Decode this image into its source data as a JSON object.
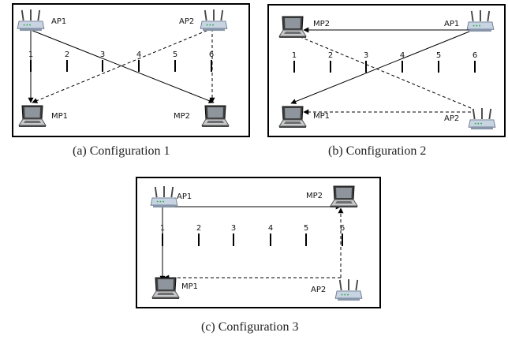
{
  "diagrams": [
    {
      "caption": "(a) Configuration 1",
      "positions": [
        "1",
        "2",
        "3",
        "4",
        "5",
        "6"
      ],
      "labels": {
        "ap1": "AP1",
        "ap2": "AP2",
        "mp1": "MP1",
        "mp2": "MP2"
      },
      "links": [
        {
          "from": "AP1",
          "to": "MP1",
          "style": "solid"
        },
        {
          "from": "AP1",
          "to": "MP2",
          "style": "solid"
        },
        {
          "from": "AP2",
          "to": "MP1",
          "style": "dashed"
        },
        {
          "from": "AP2",
          "to": "MP2",
          "style": "dashed"
        }
      ]
    },
    {
      "caption": "(b) Configuration 2",
      "positions": [
        "1",
        "2",
        "3",
        "4",
        "5",
        "6"
      ],
      "labels": {
        "ap1": "AP1",
        "ap2": "AP2",
        "mp1": "MP1",
        "mp2": "MP2"
      },
      "links": [
        {
          "from": "AP1",
          "to": "MP2",
          "style": "solid"
        },
        {
          "from": "AP1",
          "to": "MP1",
          "style": "solid"
        },
        {
          "from": "AP2",
          "to": "MP2",
          "style": "dashed"
        },
        {
          "from": "AP2",
          "to": "MP1",
          "style": "dashed"
        }
      ]
    },
    {
      "caption": "(c) Configuration 3",
      "positions": [
        "1",
        "2",
        "3",
        "4",
        "5",
        "6"
      ],
      "labels": {
        "ap1": "AP1",
        "ap2": "AP2",
        "mp1": "MP1",
        "mp2": "MP2"
      },
      "links": [
        {
          "from": "AP1",
          "to": "MP2",
          "style": "solid"
        },
        {
          "from": "AP1",
          "to": "MP1",
          "style": "solid"
        },
        {
          "from": "AP2",
          "to": "MP2",
          "style": "dashed"
        },
        {
          "from": "AP2",
          "to": "MP1",
          "style": "dashed"
        }
      ]
    }
  ]
}
